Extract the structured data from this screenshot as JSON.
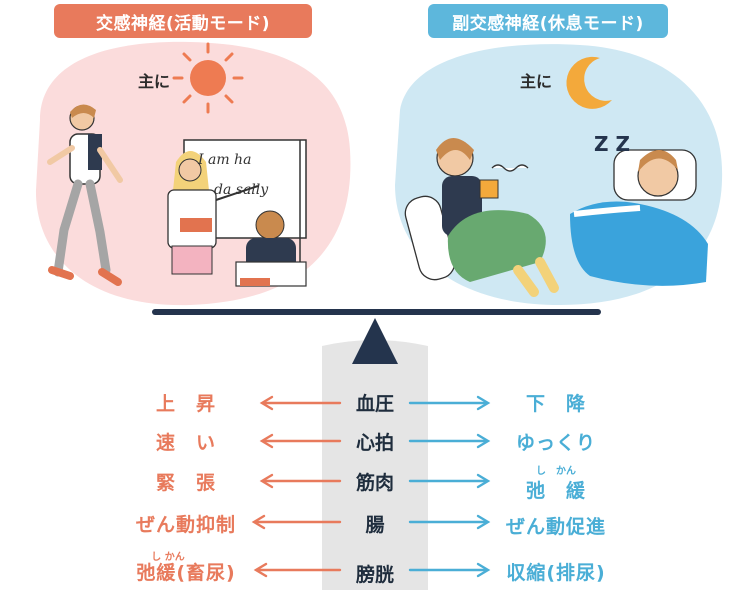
{
  "left_panel": {
    "title": "交感神経(活動モード)",
    "mainly": "主に",
    "board_line1": "I am ha",
    "board_line2": "da sally",
    "color": "#e87a5c",
    "sun_icon": "sun-icon"
  },
  "right_panel": {
    "title": "副交感神経(休息モード)",
    "mainly": "主に",
    "sleep_text": "Z Z",
    "color": "#5db7dc",
    "moon_icon": "moon-icon"
  },
  "rows": [
    {
      "center": "血圧",
      "left": "上　昇",
      "right": "下　降",
      "left_ruby": "",
      "right_ruby": ""
    },
    {
      "center": "心拍",
      "left": "速　い",
      "right": "ゆっくり",
      "left_ruby": "",
      "right_ruby": ""
    },
    {
      "center": "筋肉",
      "left": "緊　張",
      "right": "弛　緩",
      "left_ruby": "",
      "right_ruby": "し　かん"
    },
    {
      "center": "腸",
      "left": "ぜん動抑制",
      "right": "ぜん動促進",
      "left_ruby": "",
      "right_ruby": ""
    },
    {
      "center": "膀胱",
      "left": "弛緩(畜尿)",
      "right": "収縮(排尿)",
      "left_ruby": "し かん",
      "right_ruby": ""
    }
  ]
}
